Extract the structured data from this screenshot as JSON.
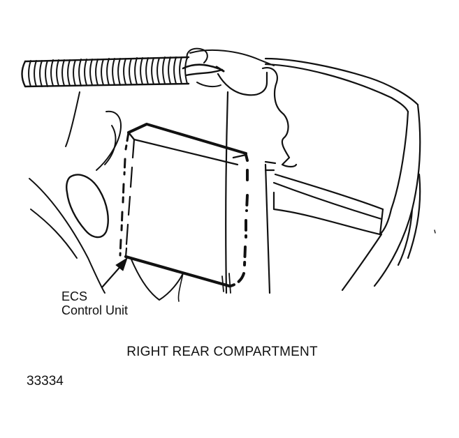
{
  "callout": {
    "line1": "ECS",
    "line2": "Control Unit"
  },
  "caption": "RIGHT REAR COMPARTMENT",
  "figure_number": "33334",
  "colors": {
    "ink": "#111111",
    "paper": "#ffffff"
  }
}
